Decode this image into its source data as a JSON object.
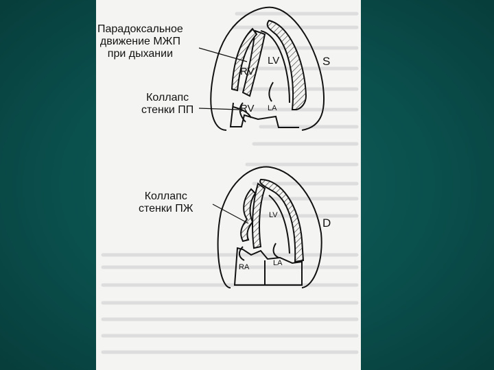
{
  "top_panel": {
    "letter": "S",
    "label_septum": [
      "Парадоксальное",
      "движение МЖП",
      "при дыхании"
    ],
    "label_ra_collapse": [
      "Коллапс",
      "стенки ПП"
    ],
    "chamber_rv": "RV",
    "chamber_lv": "LV",
    "chamber_rv_lower": "RV",
    "chamber_la": "LA"
  },
  "bottom_panel": {
    "letter": "D",
    "label_rv_collapse": [
      "Коллапс",
      "стенки ПЖ"
    ],
    "chamber_lv": "LV",
    "chamber_ra": "RA",
    "chamber_la": "LA"
  },
  "colors": {
    "background": "#0a4f4c",
    "sheet": "#f4f4f2",
    "ink": "#111111",
    "ghost_text": "#c9c9c9"
  }
}
